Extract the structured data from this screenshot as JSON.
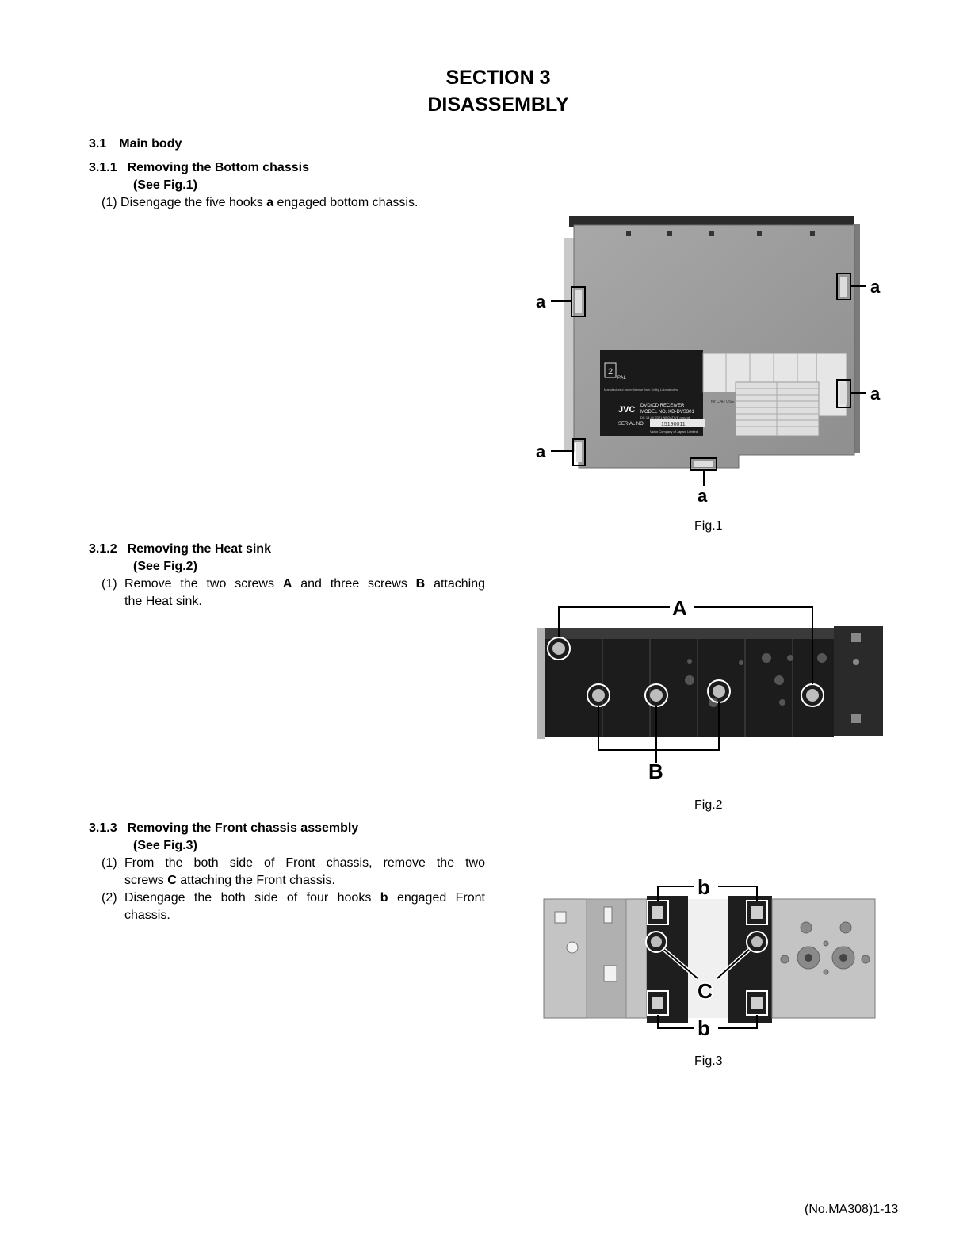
{
  "header": {
    "section": "SECTION 3",
    "title": "DISASSEMBLY"
  },
  "s31": {
    "num": "3.1",
    "title": "Main body"
  },
  "s311": {
    "num": "3.1.1",
    "title": "Removing the Bottom chassis",
    "see": "(See Fig.1)",
    "step1": {
      "num": "(1)",
      "pre": "Disengage the five hooks ",
      "key": "a",
      "post": " engaged bottom chassis."
    }
  },
  "s312": {
    "num": "3.1.2",
    "title": "Removing the Heat sink",
    "see": "(See Fig.2)",
    "step1": {
      "num": "(1)",
      "pre": "Remove the two screws ",
      "k1": "A",
      "mid": " and three screws ",
      "k2": "B",
      "post": " attaching",
      "line2": "the Heat sink."
    }
  },
  "s313": {
    "num": "3.1.3",
    "title": "Removing the Front chassis assembly",
    "see": "(See Fig.3)",
    "step1": {
      "num": "(1)",
      "line1": "From the both side of Front chassis, remove the two",
      "pre2": "screws ",
      "key": "C",
      "post2": " attaching the Front chassis."
    },
    "step2": {
      "num": "(2)",
      "pre": "Disengage the both side of four hooks ",
      "key": "b",
      "post": " engaged Front",
      "line2": "chassis."
    }
  },
  "fig1": {
    "caption": "Fig.1",
    "callout": "a",
    "label": {
      "brand": "JVC",
      "product": "DVD/CD RECEIVER",
      "model": "MODEL NO. KD-DVS301",
      "power": "DC 14.4V 2321 NEGATIVE ground",
      "serial_label": "SERIAL NO.",
      "serial": "15190011",
      "maker": "Victor Company of Japan, Limited",
      "pal": "PAL",
      "region": "2",
      "small": "Manufactured under license from Dolby Laboratories",
      "for_car": "for CAR USE"
    }
  },
  "fig2": {
    "caption": "Fig.2",
    "callout_A": "A",
    "callout_B": "B"
  },
  "fig3": {
    "caption": "Fig.3",
    "callout_b": "b",
    "callout_C": "C"
  },
  "footer": {
    "page": "(No.MA308)1-13"
  },
  "colors": {
    "text": "#000000",
    "metal": "#9a9a9a",
    "dark": "#1a1a1a"
  }
}
